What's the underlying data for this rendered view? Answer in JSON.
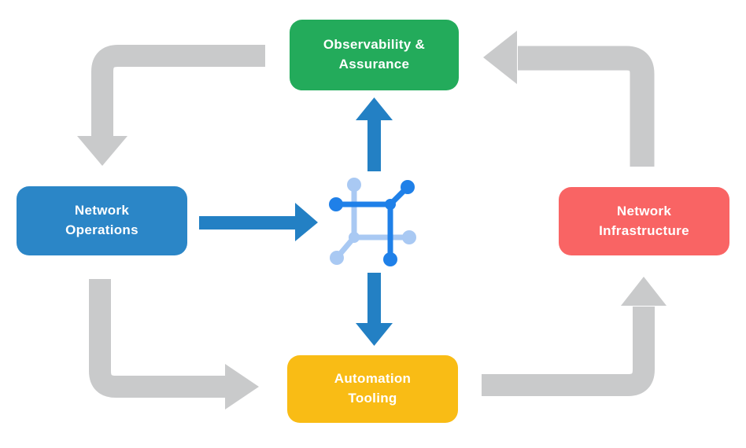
{
  "diagram": {
    "nodes": {
      "observability": {
        "line1": "Observability &",
        "line2": "Assurance"
      },
      "operations": {
        "line1": "Network",
        "line2": "Operations"
      },
      "infrastructure": {
        "line1": "Network",
        "line2": "Infrastructure"
      },
      "automation": {
        "line1": "Automation",
        "line2": "Tooling"
      }
    },
    "center_icon": "network-topology-icon",
    "flows": {
      "outer_cycle": [
        {
          "from": "Observability & Assurance",
          "to": "Network Operations"
        },
        {
          "from": "Network Operations",
          "to": "Automation Tooling"
        },
        {
          "from": "Automation Tooling",
          "to": "Network Infrastructure"
        },
        {
          "from": "Network Infrastructure",
          "to": "Observability & Assurance"
        }
      ],
      "hub_links": [
        {
          "from": "Network Operations",
          "to": "center network icon"
        },
        {
          "from": "center network icon",
          "to": "Observability & Assurance"
        },
        {
          "from": "center network icon",
          "to": "Automation Tooling"
        }
      ]
    }
  },
  "colors": {
    "background": "#ffffff",
    "text": "#ffffff",
    "node_observability": "#23ab5b",
    "node_operations": "#2b86c7",
    "node_infrastructure": "#f96464",
    "node_automation": "#f9bc15",
    "arrow_gray": "#c9cacb",
    "arrow_blue": "#2380c4",
    "icon_blue_bright": "#1f80e8",
    "icon_blue_light": "#a9c9f3"
  }
}
